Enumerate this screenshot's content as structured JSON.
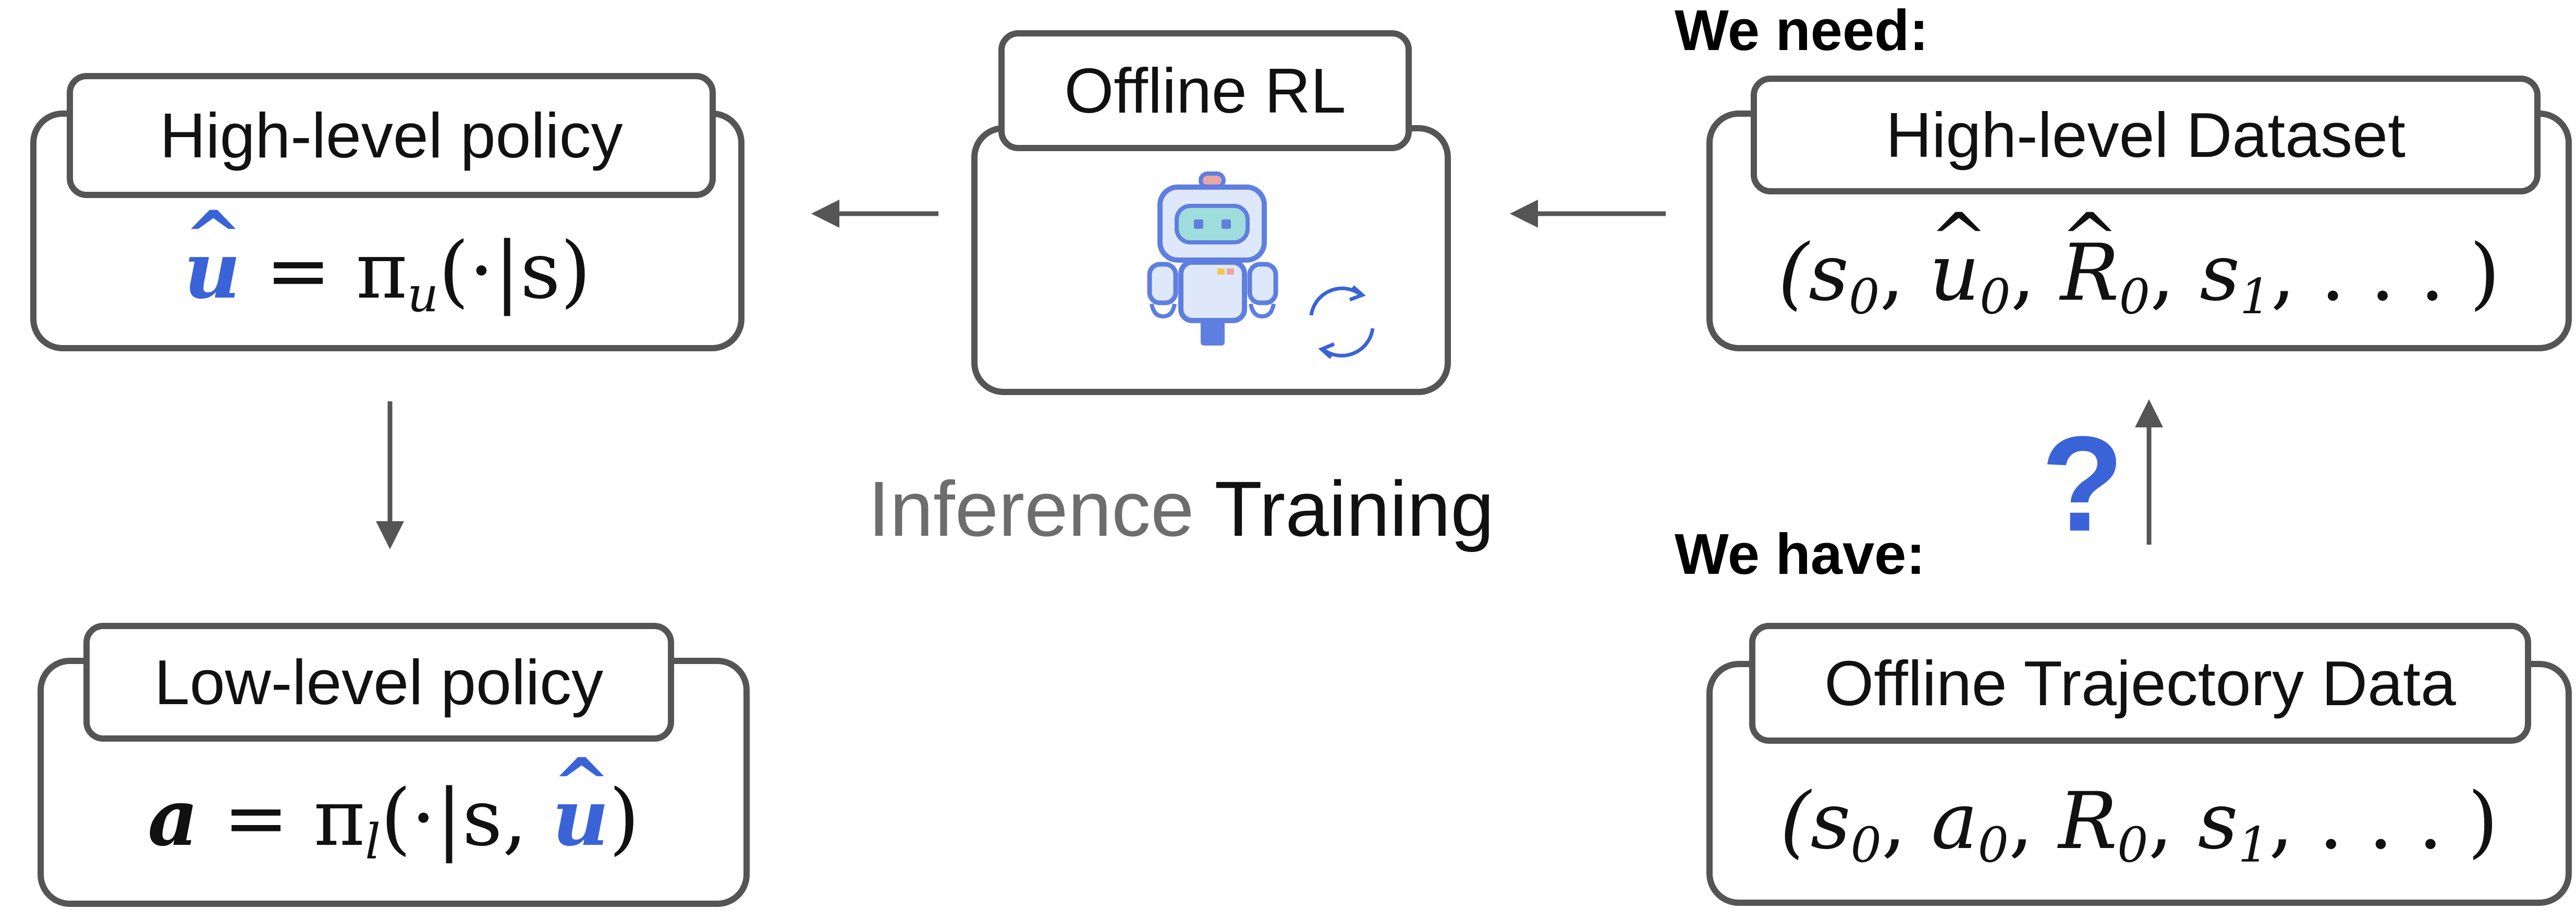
{
  "high_level_policy": {
    "title": "High-level policy",
    "formula_lhs": "u",
    "formula_eq": " = π",
    "formula_sub": "u",
    "formula_rest": "(·|s)"
  },
  "low_level_policy": {
    "title": "Low-level policy",
    "formula_lhs": "a",
    "formula_eq": " = π",
    "formula_sub": "l",
    "formula_mid": "(·|s, ",
    "formula_hat": "u",
    "formula_end": ")"
  },
  "offline_rl": {
    "title": "Offline RL"
  },
  "captions": {
    "inference": "Inference",
    "training": "Training"
  },
  "we_need": {
    "header": "We need:",
    "title": "High-level Dataset",
    "tuple_open": "(s",
    "s0_sub": "0",
    "u_hat": "u",
    "u_sub": "0",
    "r_hat": "R",
    "r_sub": "0",
    "s1": "s",
    "s1_sub": "1",
    "tuple_close": ", . . . )"
  },
  "we_have": {
    "header": "We have:",
    "question_mark": "?",
    "title": "Offline Trajectory Data",
    "tuple_open": "(s",
    "s0_sub": "0",
    "a": "a",
    "a_sub": "0",
    "r": "R",
    "r_sub": "0",
    "s1": "s",
    "s1_sub": "1",
    "tuple_close": ", . . . )"
  },
  "colors": {
    "accent": "#3a63d8",
    "border": "#555555",
    "arrow": "#555555",
    "robot_outline": "#5f7fe0",
    "robot_body": "#dfe8fb"
  },
  "icons": [
    "robot-icon",
    "cycle-arrows-icon",
    "arrow-left",
    "arrow-down",
    "arrow-up"
  ]
}
